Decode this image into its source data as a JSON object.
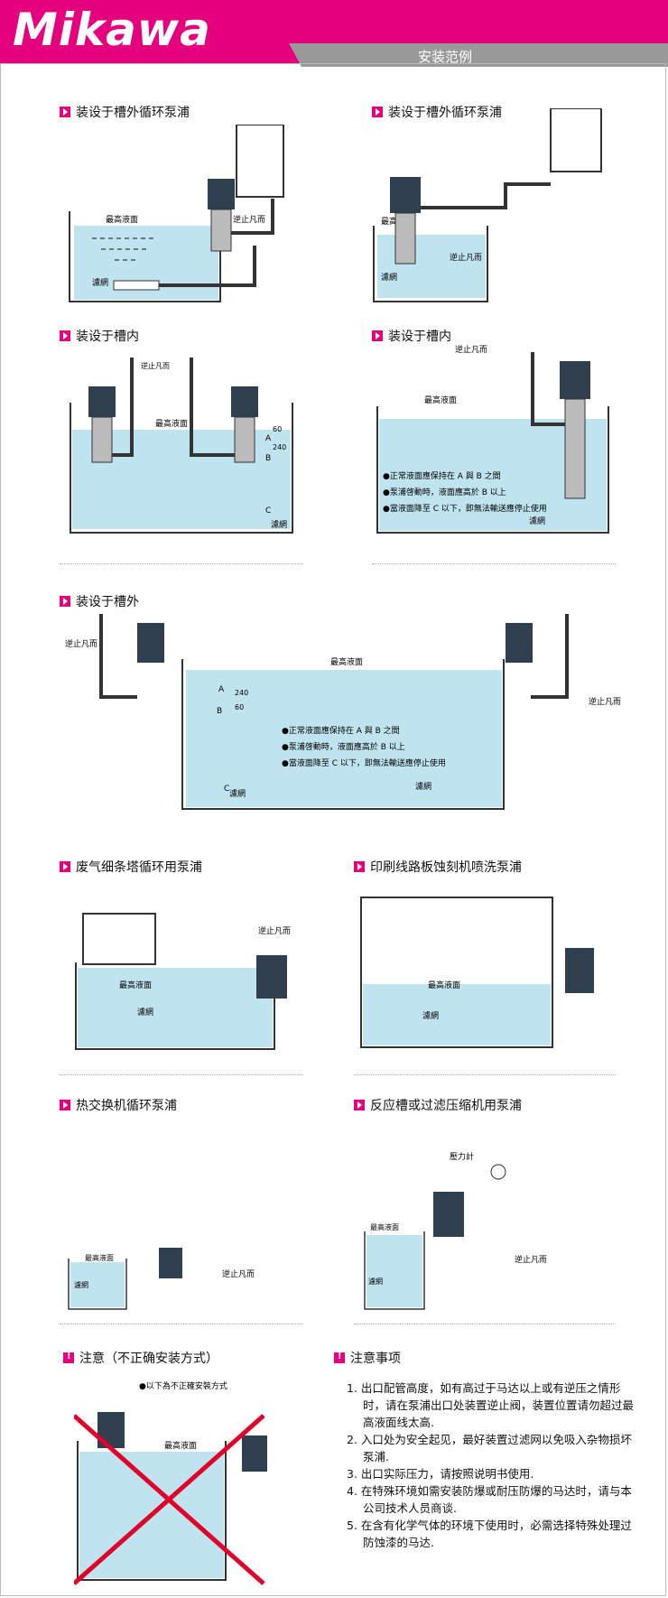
{
  "brand": "Mikawa",
  "header_tab": "安装范例",
  "colors": {
    "brand": "#e5007e",
    "water": "#bfe3ef",
    "pump": "#2f3f4f"
  },
  "labels": {
    "max_level": "最高液面",
    "check_valve": "逆止凡而",
    "strainer": "濾網",
    "pressure_gauge": "壓力計",
    "dim_240": "240",
    "dim_60": "60",
    "a": "A",
    "b": "B",
    "c": "C",
    "wrong_caption": "●以下為不正確安裝方式"
  },
  "bullets": [
    "●正常液面應保持在 A 與 B 之間",
    "●泵浦啓動時，液面應高於 B 以上",
    "●當液面降至 C 以下，即無法輸送應停止使用"
  ],
  "sections": {
    "s1": "装设于槽外循环泵浦",
    "s2": "装设于槽外循环泵浦",
    "s3": "装设于槽内",
    "s4": "装设于槽内",
    "s5": "装设于槽外",
    "s6": "废气细条塔循环用泵浦",
    "s7": "印刷线路板蚀刻机喷洗泵浦",
    "s8": "热交换机循环泵浦",
    "s9": "反应槽或过滤压缩机用泵浦",
    "s10": "注意（不正确安装方式）",
    "s11": "注意事项"
  },
  "notes": [
    "1. 出口配管高度，如有高过于马达以上或有逆压之情形时，请在泵浦出口处装置逆止阀，装置位置请勿超过最高液面线太高.",
    "2. 入口处为安全起见，最好装置过滤网以免吸入杂物损坏泵浦.",
    "3. 出口实际压力，请按照说明书使用.",
    "4. 在特殊环境如需安装防爆或耐压防爆的马达时，请与本公司技术人员商谈.",
    "5. 在含有化学气体的环境下使用时，必需选择特殊处理过防蚀漆的马达."
  ]
}
